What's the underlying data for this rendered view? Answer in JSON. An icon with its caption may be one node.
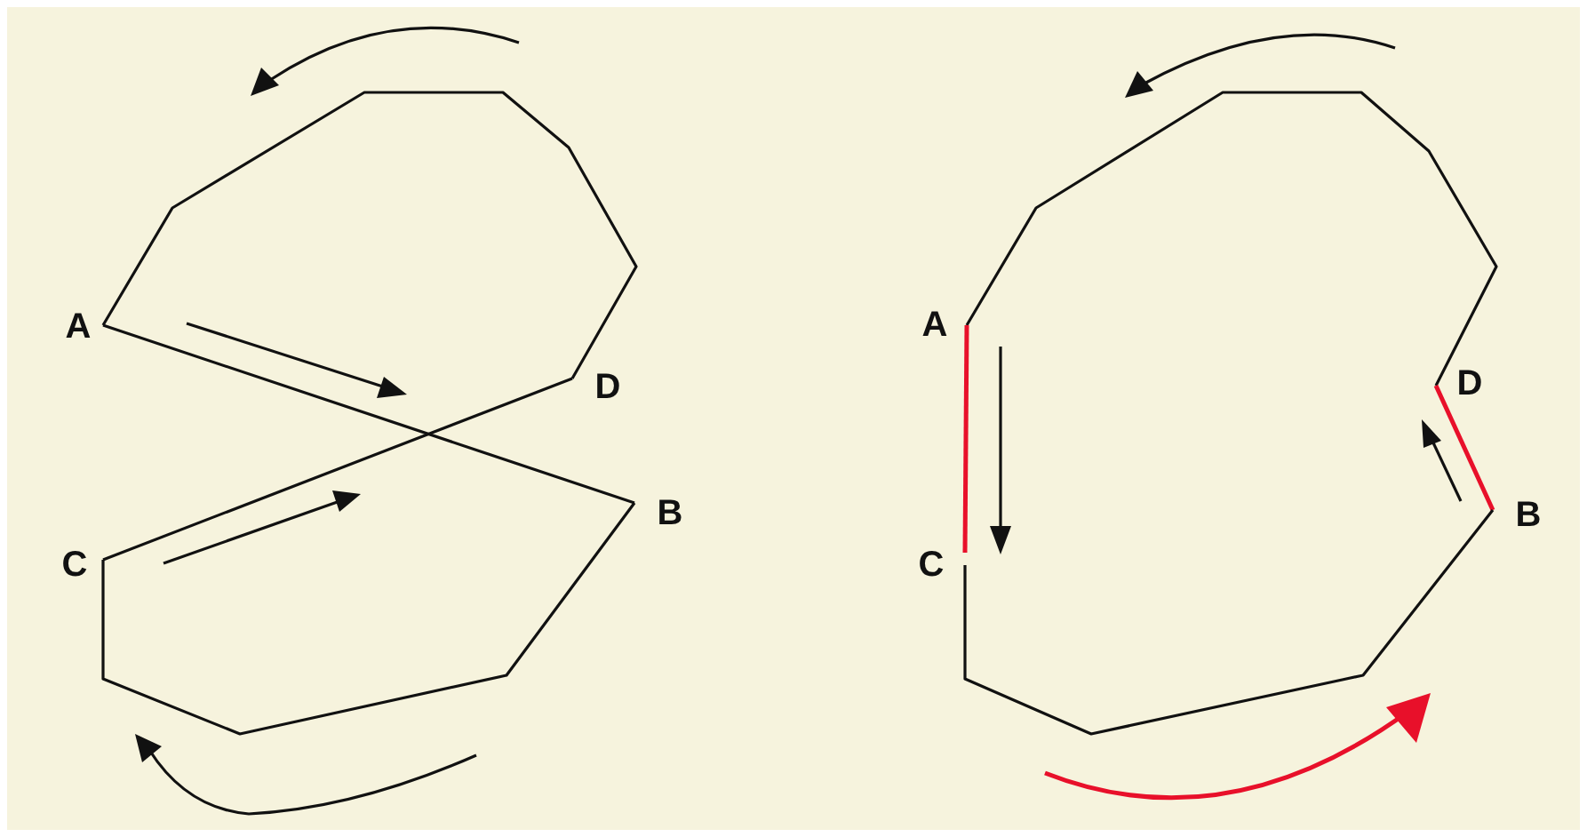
{
  "diagram": {
    "nodes": [
      {
        "text": [
          "A"
        ]
      },
      {
        "text": [
          "D"
        ]
      },
      {
        "text": [
          "B"
        ]
      },
      {
        "text": [
          "C"
        ]
      },
      {
        "text": [
          "A"
        ]
      },
      {
        "text": [
          "D"
        ]
      },
      {
        "text": [
          "B"
        ]
      },
      {
        "text": [
          "C"
        ]
      }
    ],
    "edges": [
      {
        "from": 0,
        "to": 1,
        "arrow": "none"
      },
      {
        "from": 0,
        "to": 2,
        "arrow": "none"
      },
      {
        "from": 2,
        "to": 3,
        "arrow": "none"
      },
      {
        "from": 3,
        "to": 1,
        "arrow": "none"
      },
      {
        "from": 4,
        "to": 5,
        "arrow": "none"
      },
      {
        "from": 5,
        "to": 6,
        "arrow": "none",
        "color": "#e8102a"
      },
      {
        "from": 6,
        "to": 7,
        "arrow": "none"
      },
      {
        "from": 4,
        "to": 7,
        "arrow": "none",
        "color": "#e8102a"
      }
    ]
  }
}
